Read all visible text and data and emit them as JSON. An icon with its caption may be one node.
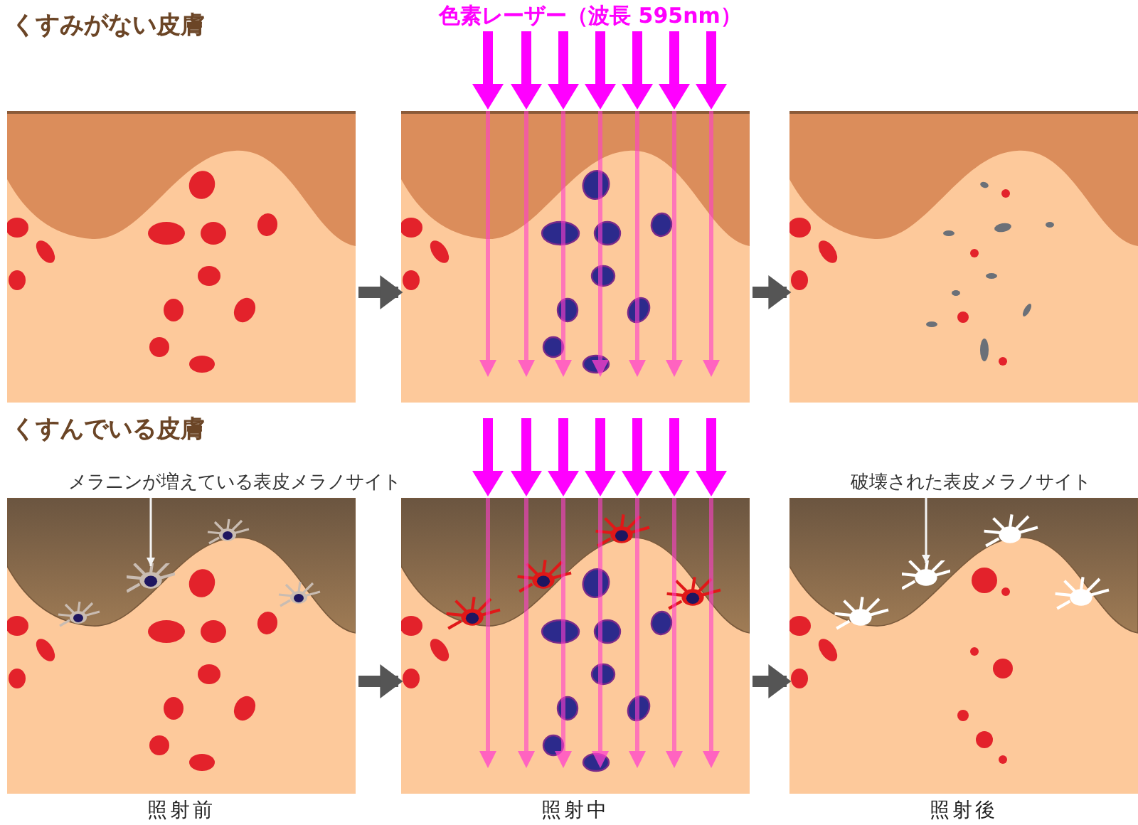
{
  "diagram": {
    "nodes": [
      {
        "text": [],
        "shape": "picture"
      },
      {
        "text": [],
        "shape": "picture"
      },
      {
        "text": [],
        "shape": "picture"
      },
      {
        "text": [],
        "shape": "picture"
      },
      {
        "text": [],
        "shape": "picture"
      },
      {
        "text": [],
        "shape": "picture"
      },
      {
        "text": [
          "メラニンが増えている表皮メラノサイト"
        ]
      },
      {
        "text": [],
        "shape": "cell",
        "in": 3
      },
      {
        "text": [
          "破壊された表皮メラノサイト"
        ]
      },
      {
        "text": [],
        "shape": "cell",
        "in": 5
      }
    ],
    "edges": [
      {
        "from": 0,
        "to": 1,
        "arrow": "to"
      },
      {
        "from": 1,
        "to": 2,
        "arrow": "to"
      },
      {
        "from": 3,
        "to": 4,
        "arrow": "to"
      },
      {
        "from": 4,
        "to": 5,
        "arrow": "to"
      },
      {
        "from": 6,
        "to": 7,
        "arrow": "to",
        "color": "#f4f4f4"
      },
      {
        "from": 8,
        "to": 9,
        "arrow": "to",
        "color": "#f4f4f4"
      }
    ],
    "labels": [
      "くすみがない皮膚",
      "色素レーザー（波長 595nm）",
      "くすんでいる皮膚",
      "照射前",
      "照射中",
      "照射後"
    ]
  }
}
